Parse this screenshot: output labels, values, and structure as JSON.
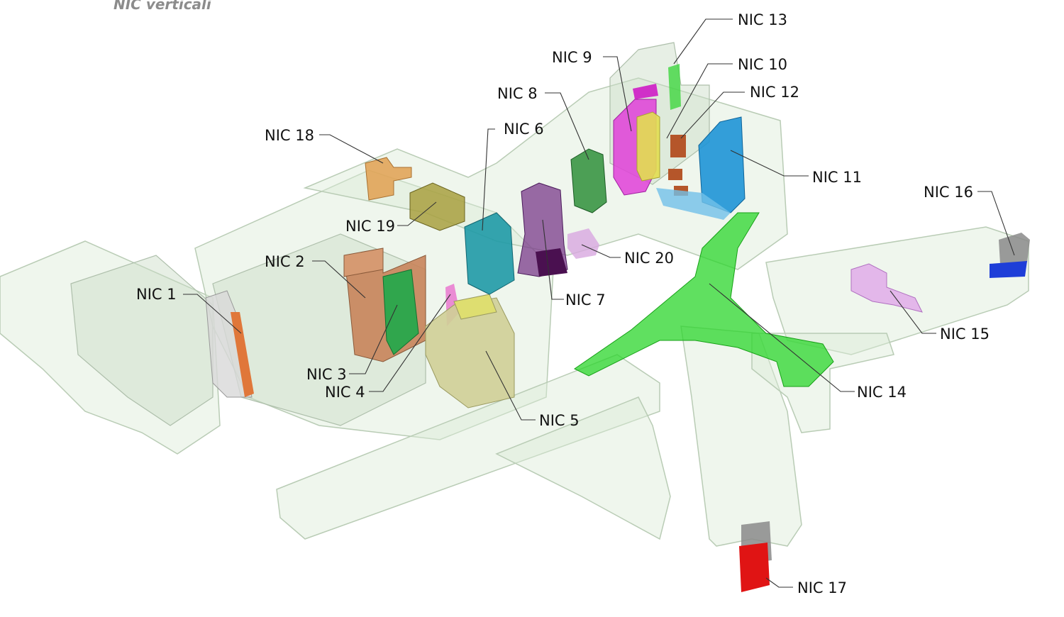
{
  "title": "NIC verticali",
  "labels": {
    "nic1": "NIC 1",
    "nic2": "NIC 2",
    "nic3": "NIC 3",
    "nic4": "NIC 4",
    "nic5": "NIC 5",
    "nic6": "NIC 6",
    "nic7": "NIC 7",
    "nic8": "NIC 8",
    "nic9": "NIC 9",
    "nic10": "NIC 10",
    "nic11": "NIC 11",
    "nic12": "NIC 12",
    "nic13": "NIC 13",
    "nic14": "NIC 14",
    "nic15": "NIC 15",
    "nic16": "NIC 16",
    "nic17": "NIC 17",
    "nic18": "NIC 18",
    "nic19": "NIC 19",
    "nic20": "NIC 20"
  },
  "colors": {
    "nic1": "#e0773a",
    "nic2": "#c8845a",
    "nic3": "#1fa84a",
    "nic4": "#e97fd0",
    "nic5": "#cfcf96",
    "nic6": "#1f9aa6",
    "nic7": "#7a3a8a",
    "nic8": "#2f8f3a",
    "nic9": "#e040d8",
    "nic10": "#e2de50",
    "nic11": "#1e95d6",
    "nic12": "#b5562a",
    "nic13": "#3ed63e",
    "nic14": "#2bd62b",
    "nic15": "#e0a8e8",
    "nic16": "#1e3ed8",
    "nic17": "#e01414",
    "nic18": "#e0a050",
    "nic19": "#a8a040",
    "nic20": "#d8a8e0"
  }
}
